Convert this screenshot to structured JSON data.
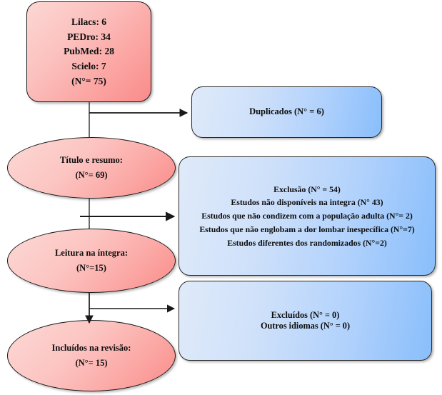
{
  "diagram": {
    "title": "PRISMA study selection flow diagram",
    "colors": {
      "pink_light": "#fcd8d5",
      "pink_dark": "#fa8b89",
      "blue_light": "#dfeaf9",
      "blue_dark": "#89befb",
      "outline": "#1a1a1a"
    }
  },
  "nodes": {
    "sources_box": {
      "lines": [
        "Lilacs: 6",
        "PEDro: 34",
        "PubMed: 28",
        "Scielo: 7",
        "(N°= 75)"
      ]
    },
    "duplicados_box": {
      "lines": [
        "Duplicados (N° = 6)"
      ]
    },
    "titulo_resumo_ellipse": {
      "lines": [
        "Título e resumo:",
        "(N°= 69)"
      ]
    },
    "exclusao_box": {
      "lines": [
        "Exclusão (N° = 54)",
        "Estudos não disponíveis na integra (N° 43)",
        "Estudos que não condizem com a população adulta (N°= 2)",
        "Estudos que não englobam a dor lombar inespecífica (N°=7)",
        "Estudos diferentes dos randomizados (N°=2)"
      ]
    },
    "leitura_integra_ellipse": {
      "lines": [
        "Leitura na íntegra:",
        "(N°=15)"
      ]
    },
    "excluidos_box": {
      "lines": [
        "Excluídos (N° = 0)",
        "Outros idiomas (N° = 0)"
      ]
    },
    "incluidos_ellipse": {
      "lines": [
        "Incluídos na revisão:",
        "(N°= 15)"
      ]
    }
  },
  "connectors": [
    {
      "name": "sources-to-duplicados",
      "from": "sources_box",
      "to": "duplicados_box"
    },
    {
      "name": "sources-to-titulo",
      "from": "sources_box",
      "to": "titulo_resumo_ellipse"
    },
    {
      "name": "titulo-to-exclusao",
      "from": "titulo_resumo_ellipse",
      "to": "exclusao_box"
    },
    {
      "name": "titulo-to-leitura",
      "from": "titulo_resumo_ellipse",
      "to": "leitura_integra_ellipse"
    },
    {
      "name": "leitura-to-excluidos",
      "from": "leitura_integra_ellipse",
      "to": "excluidos_box"
    },
    {
      "name": "leitura-to-incluidos",
      "from": "leitura_integra_ellipse",
      "to": "incluidos_ellipse"
    }
  ]
}
